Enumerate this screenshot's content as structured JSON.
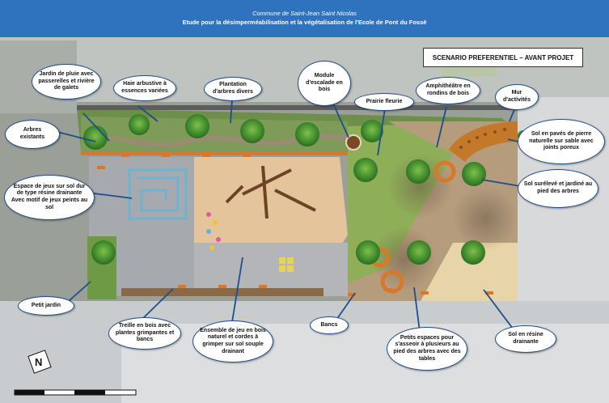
{
  "header": {
    "commune": "Commune de Saint-Jean Saint Nicolas",
    "study_title": "Etude pour la désimperméabilisation et la végétalisation de l'Ecole de Pont du Fossé"
  },
  "scenario_label": "SCENARIO PREFERENTIEL – AVANT PROJET",
  "labels": {
    "jardin_pluie": "Jardin de pluie avec passerelles et rivière de galets",
    "haie": "Haie arbustive à essences variées",
    "plantation": "Plantation d'arbres divers",
    "module": "Module d'escalade en bois",
    "prairie": "Prairie fleurie",
    "amphi": "Amphithéâtre en rondins de bois",
    "mur": "Mur d'activités",
    "arbres": "Arbres existants",
    "sol_paves": "Sol en pavés de pierre naturelle sur sable avec joints poreux",
    "espace_jeux": "Espace de jeux sur sol dur de type résine drainante Avec motif de jeux peints au sol",
    "sol_sureleve": "Sol surélevé et jardiné au pied des arbres",
    "petit_jardin": "Petit jardin",
    "treille": "Treille en bois avec plantes grimpantes et bancs",
    "ensemble": "Ensemble de jeu en bois naturel et cordes à grimper sur sol souple drainant",
    "bancs": "Bancs",
    "petits_espaces": "Petits espaces pour s'asseoir à plusieurs au pied des arbres avec des tables",
    "sol_resine": "Sol en résine drainante"
  },
  "colors": {
    "header": "#2f72bd",
    "callout_border": "#1f4e8c",
    "pointer": "#1f4e8c",
    "grass": "#8fae58",
    "hedge": "#6e8f4a",
    "paving": "#b59c7c",
    "resin": "#a6a9ad",
    "sand": "#e4c49a"
  }
}
